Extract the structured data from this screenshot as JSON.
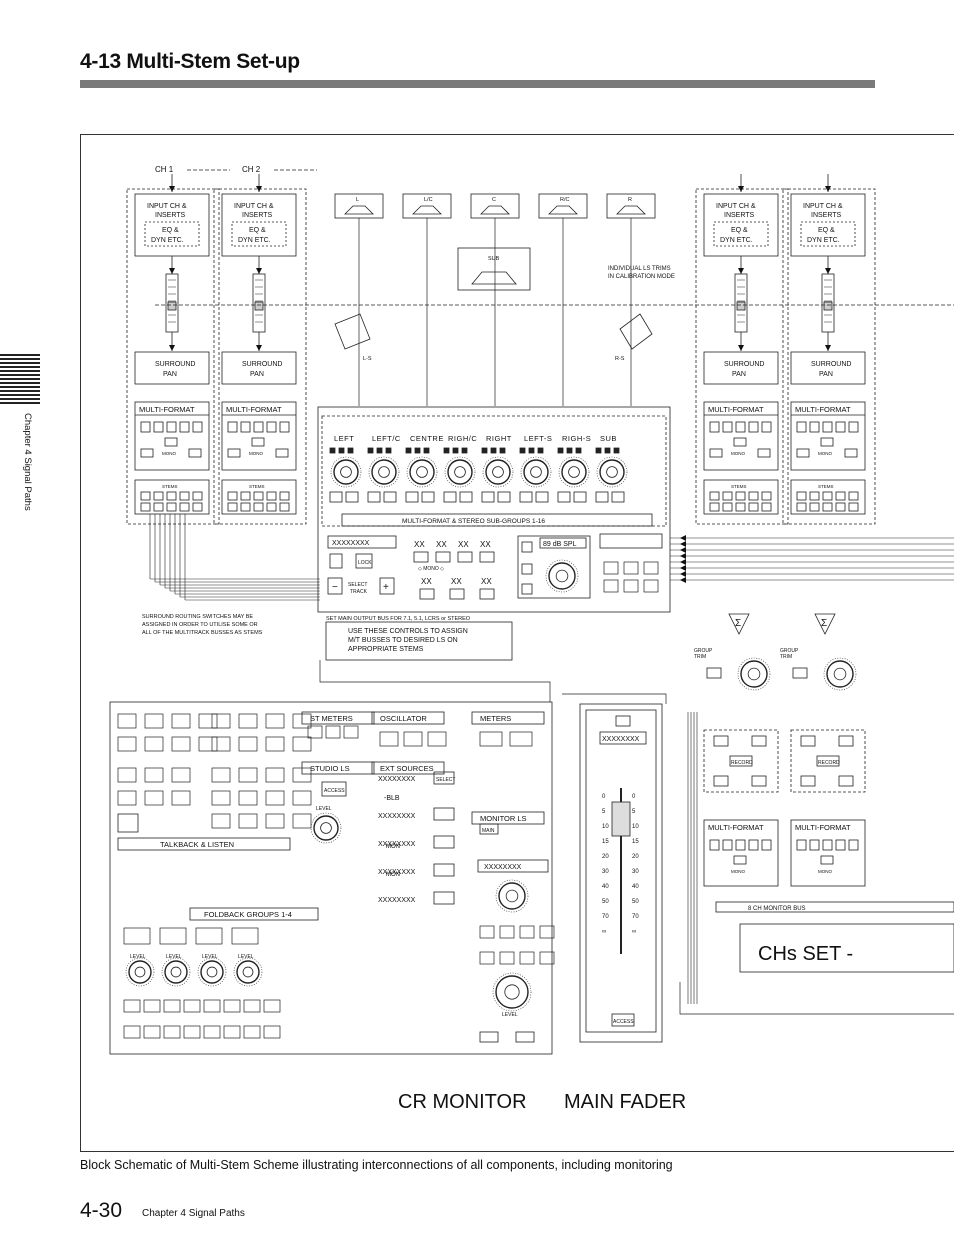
{
  "header": {
    "title": "4-13 Multi-Stem Set-up"
  },
  "side_tab": {
    "label": "Chapter 4  Signal Paths"
  },
  "diagram": {
    "ch_labels": [
      "CH  1",
      "CH  2"
    ],
    "input_ch": {
      "line1": "INPUT CH  &",
      "line2": "INSERTS",
      "line3": "EQ  &",
      "line4": "DYN  ETC."
    },
    "surround_pan": {
      "line1": "SURROUND",
      "line2": "PAN"
    },
    "multi_format": "MULTI-FORMAT",
    "stems": "STEMS",
    "mono": "MONO",
    "speakers": [
      "L",
      "L/C",
      "C",
      "R/C",
      "R"
    ],
    "sub_speaker": "SUB",
    "surround_speakers": [
      "L-S",
      "R-S"
    ],
    "ls_trims_note": [
      "INDIVIDUAL  LS  TRIMS",
      "IN  CALIBRATION  MODE"
    ],
    "subgroup_labels": [
      "LEFT",
      "LEFT/C",
      "CENTRE",
      "RIGH/C",
      "RIGHT",
      "LEFT-S",
      "RIGH-S",
      "SUB"
    ],
    "subgroups_title": "MULTI-FORMAT  &  STEREO  SUB-GROUPS  1-16",
    "spl_display": "89 dB SPL",
    "xx_display": "XXXXXXXX",
    "select_track": [
      "SELECT",
      "TRACK"
    ],
    "lock": "LOCK",
    "routing_note": [
      "SURROUND  ROUTING  SWITCHES  MAY  BE",
      "ASSIGNED  IN  ORDER  TO  UTILISE  SOME  OR",
      "ALL  OF  THE  MULTITRACK  BUSSES  AS  STEMS"
    ],
    "main_bus_note": "SET  MAIN  OUTPUT  BUS  FOR  7.1,  5.1,  LCRS  or  STEREO",
    "controls_note": [
      "USE  THESE  CONTROLS  TO  ASSIGN",
      "M/T  BUSSES  TO  DESIRED  LS  ON",
      "APPROPRIATE  STEMS"
    ],
    "group_trim": [
      "GROUP",
      "TRIM"
    ],
    "cr_sections": [
      "ST  METERS",
      "OSCILLATOR",
      "METERS",
      "STUDIO  LS",
      "EXT  SOURCES",
      "MONITOR  LS",
      "TALKBACK  &  LISTEN",
      "FOLDBACK  GROUPS  1-4"
    ],
    "level": "LEVEL",
    "access": "ACCESS",
    "select": "SELECT",
    "main": "MAIN",
    "mon": "MON",
    "minus_blb": "-BLB",
    "fader_scale": [
      "0",
      "5",
      "10",
      "15",
      "20",
      "30",
      "40",
      "50",
      "70",
      "∞"
    ],
    "monitor_bus": "8  CH  MONITOR  BUS",
    "record": "RECORD",
    "chs_set": "CHs SET -",
    "cr_monitor": "CR MONITOR",
    "main_fader": "MAIN FADER"
  },
  "caption": "Block Schematic of Multi-Stem Scheme illustrating interconnections of all components, including monitoring",
  "footer": {
    "page": "4-30",
    "chapter": "Chapter 4   Signal Paths"
  }
}
